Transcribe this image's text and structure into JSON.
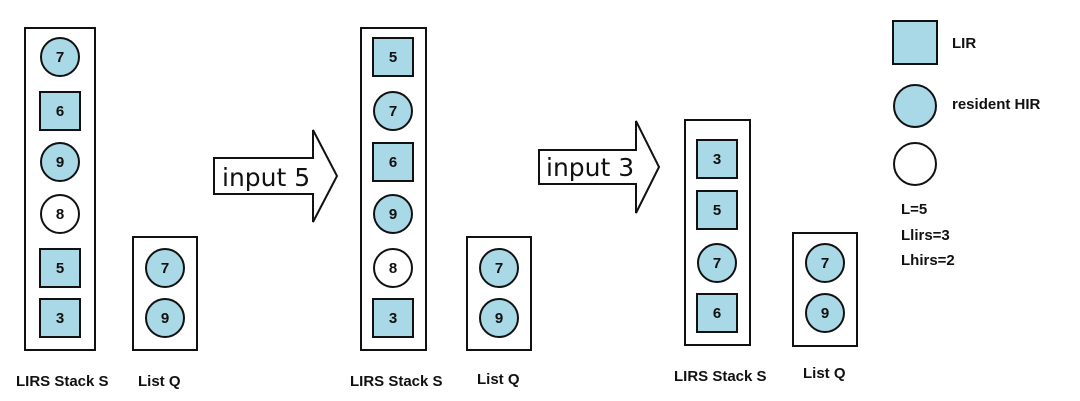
{
  "colors": {
    "lir_fill": "#a9d8e6",
    "hir_fill": "#a9d8e6",
    "nonresident_fill": "#ffffff",
    "stroke": "#111111"
  },
  "stages": [
    {
      "stack_label": "LIRS Stack S",
      "queue_label": "List Q",
      "stack": [
        {
          "v": "7",
          "shape": "circle",
          "fill": "blue"
        },
        {
          "v": "6",
          "shape": "square",
          "fill": "blue"
        },
        {
          "v": "9",
          "shape": "circle",
          "fill": "blue"
        },
        {
          "v": "8",
          "shape": "circle",
          "fill": "white"
        },
        {
          "v": "5",
          "shape": "square",
          "fill": "blue"
        },
        {
          "v": "3",
          "shape": "square",
          "fill": "blue"
        }
      ],
      "queue": [
        {
          "v": "7",
          "shape": "circle",
          "fill": "blue"
        },
        {
          "v": "9",
          "shape": "circle",
          "fill": "blue"
        }
      ]
    },
    {
      "stack_label": "LIRS Stack S",
      "queue_label": "List Q",
      "stack": [
        {
          "v": "5",
          "shape": "square",
          "fill": "blue"
        },
        {
          "v": "7",
          "shape": "circle",
          "fill": "blue"
        },
        {
          "v": "6",
          "shape": "square",
          "fill": "blue"
        },
        {
          "v": "9",
          "shape": "circle",
          "fill": "blue"
        },
        {
          "v": "8",
          "shape": "circle",
          "fill": "white"
        },
        {
          "v": "3",
          "shape": "square",
          "fill": "blue"
        }
      ],
      "queue": [
        {
          "v": "7",
          "shape": "circle",
          "fill": "blue"
        },
        {
          "v": "9",
          "shape": "circle",
          "fill": "blue"
        }
      ]
    },
    {
      "stack_label": "LIRS Stack S",
      "queue_label": "List Q",
      "stack": [
        {
          "v": "3",
          "shape": "square",
          "fill": "blue"
        },
        {
          "v": "5",
          "shape": "square",
          "fill": "blue"
        },
        {
          "v": "7",
          "shape": "circle",
          "fill": "blue"
        },
        {
          "v": "6",
          "shape": "square",
          "fill": "blue"
        }
      ],
      "queue": [
        {
          "v": "7",
          "shape": "circle",
          "fill": "blue"
        },
        {
          "v": "9",
          "shape": "circle",
          "fill": "blue"
        }
      ]
    }
  ],
  "arrows": [
    "input 5",
    "input 3"
  ],
  "legend": {
    "lir": "LIR",
    "resident_hir": "resident HIR",
    "params": [
      "L=5",
      "Llirs=3",
      "Lhirs=2"
    ]
  }
}
